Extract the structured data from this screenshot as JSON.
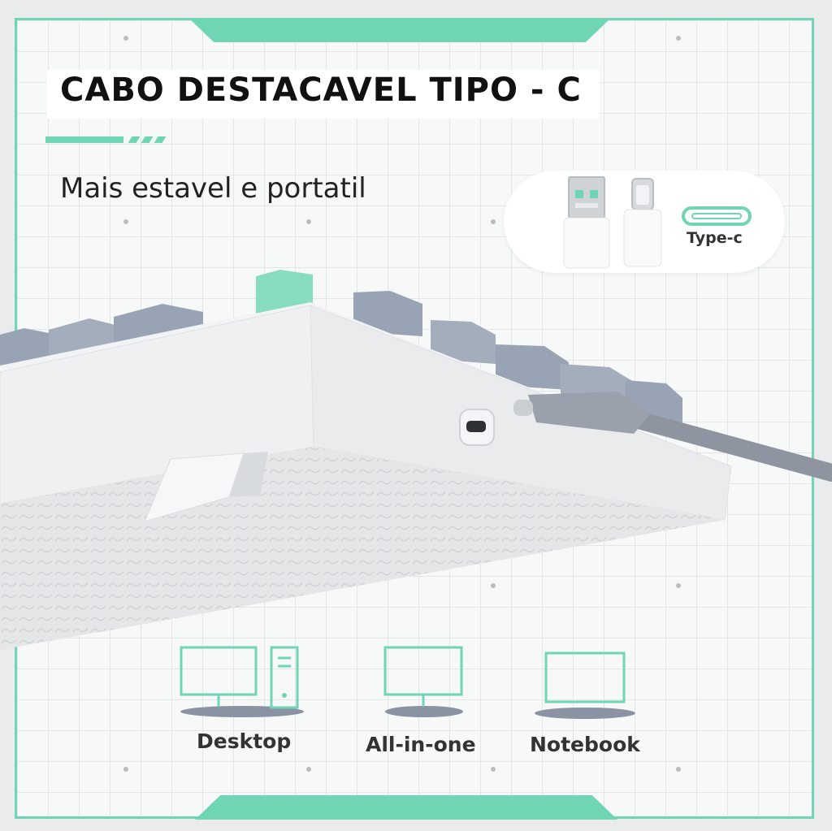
{
  "header": {
    "title": "CABO DESTACAVEL TIPO - C",
    "subtitle": "Mais estavel e portatil"
  },
  "connectors": {
    "typec_label": "Type-c",
    "icons": [
      "usb-a-plug-icon",
      "usb-c-plug-icon",
      "type-c-port-icon"
    ]
  },
  "devices": [
    {
      "label": "Desktop",
      "icon": "desktop-icon"
    },
    {
      "label": "All-in-one",
      "icon": "all-in-one-icon"
    },
    {
      "label": "Notebook",
      "icon": "notebook-icon"
    }
  ],
  "colors": {
    "accent": "#6fd5b4",
    "keyboard_body": "#ecedee",
    "keycap_gray": "#98a3b3",
    "cable": "#8e95a0"
  }
}
